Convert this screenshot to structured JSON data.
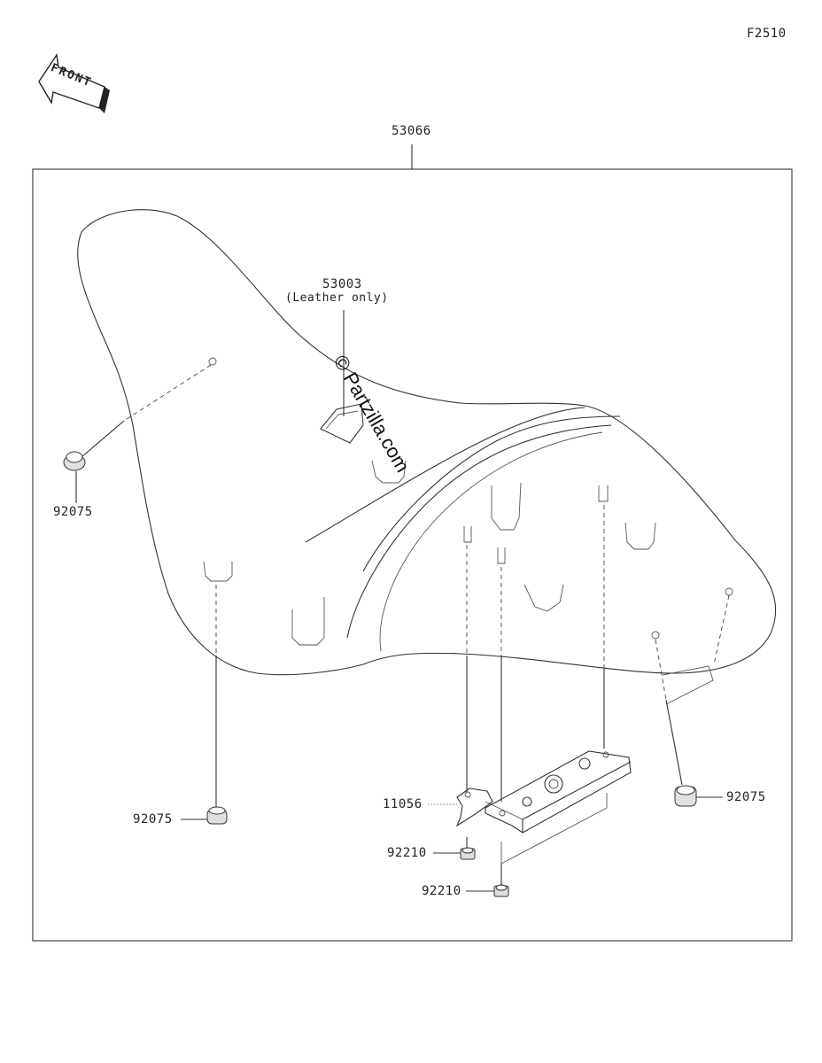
{
  "diagram": {
    "code": "F2510",
    "front_arrow_text": "FRONT",
    "assembly_part": "53066",
    "watermark": "© Partzilla.com",
    "parts": {
      "cover_number": "53003",
      "cover_note": "(Leather only)",
      "damper_left": "92075",
      "damper_bottom_left": "92075",
      "damper_right": "92075",
      "bracket": "11056",
      "nut_upper": "92210",
      "nut_lower": "92210"
    }
  }
}
